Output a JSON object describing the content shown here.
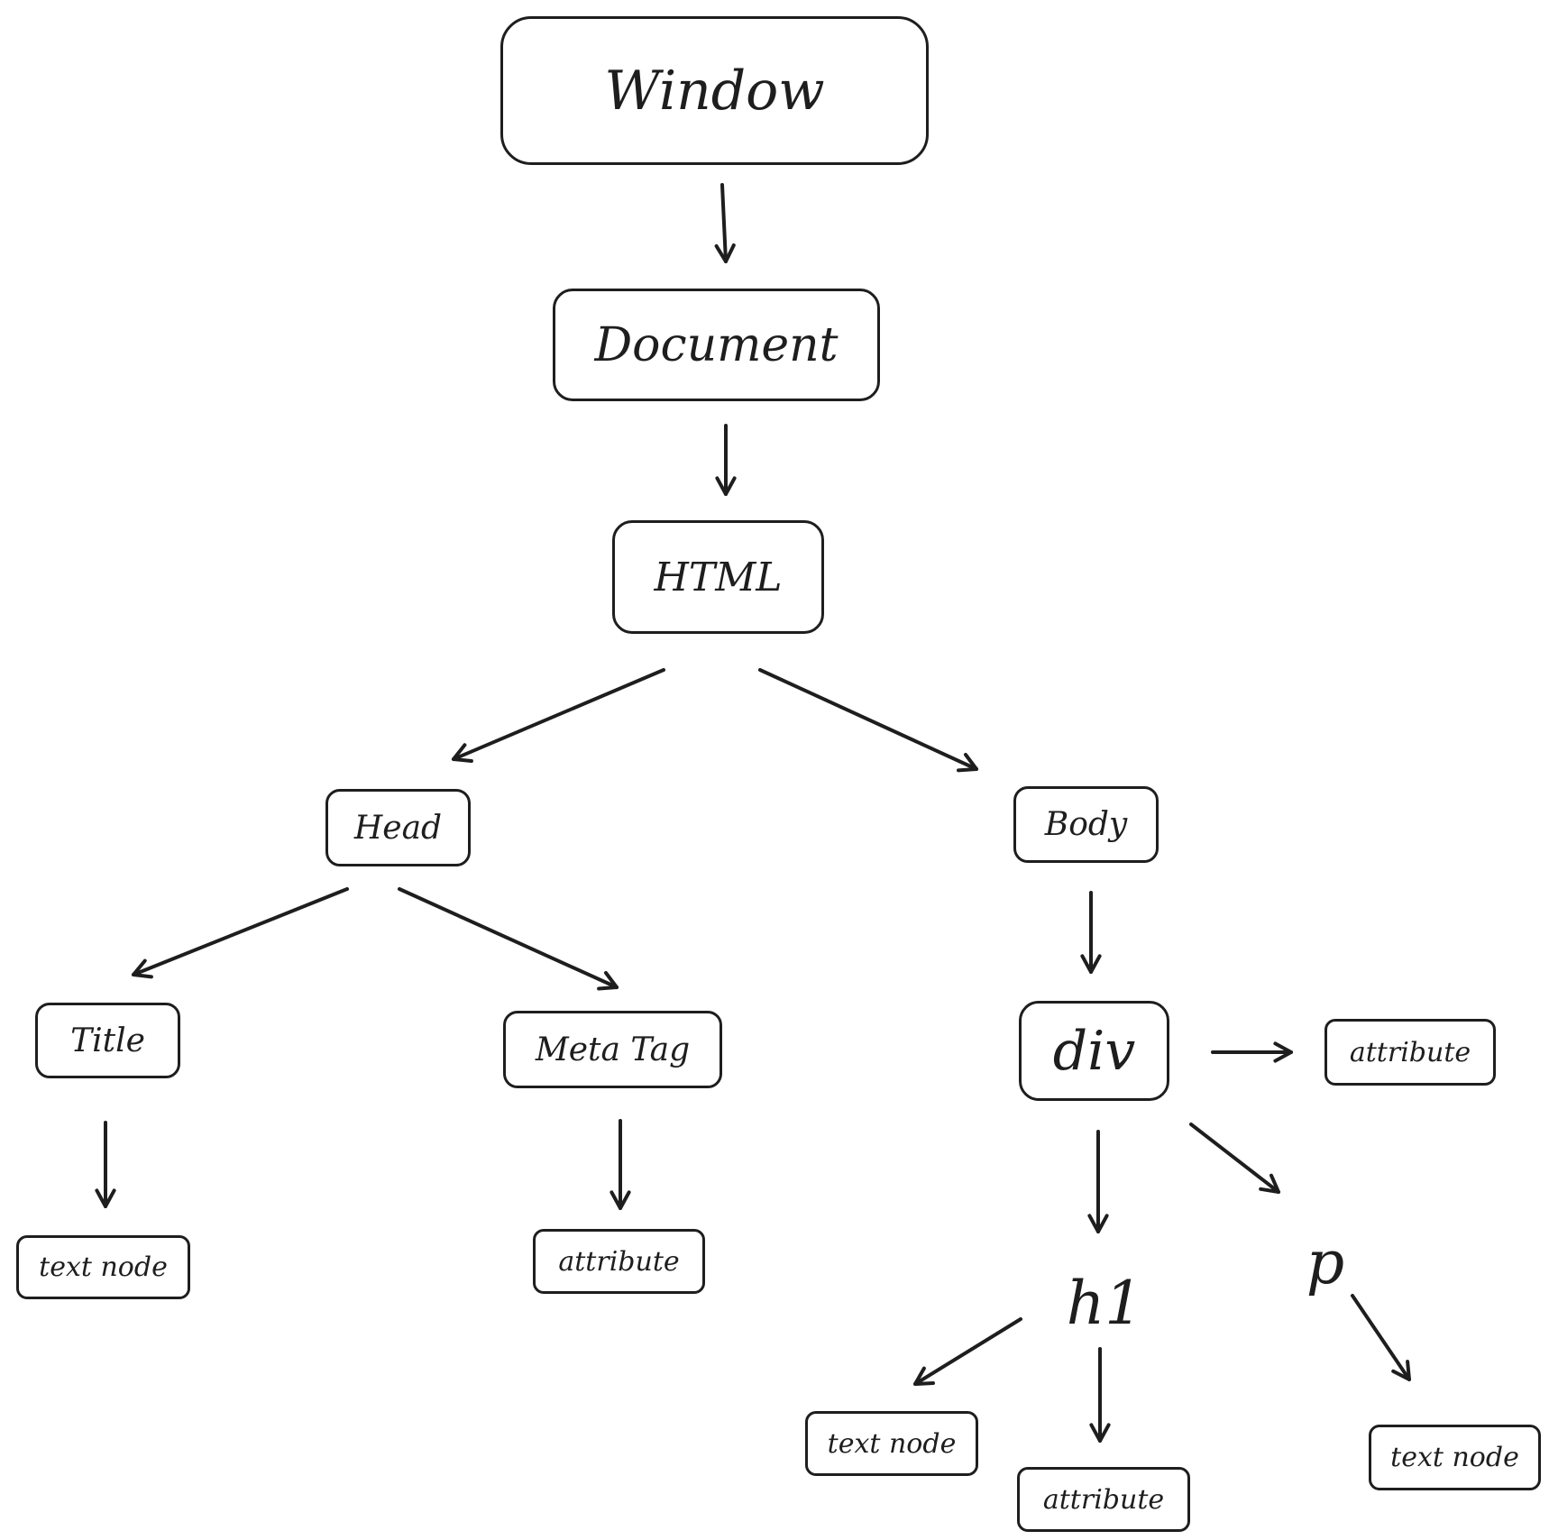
{
  "diagram": {
    "stroke_color": "#1e1e1e",
    "background_color": "#ffffff",
    "nodes": {
      "window": "Window",
      "document": "Document",
      "html": "HTML",
      "head": "Head",
      "body": "Body",
      "title": "Title",
      "meta_tag": "Meta Tag",
      "title_text_node": "text node",
      "meta_attribute": "attribute",
      "div": "div",
      "div_attribute": "attribute",
      "h1": "h1",
      "p": "p",
      "h1_text_node": "text node",
      "h1_attribute": "attribute",
      "p_text_node": "text node"
    },
    "edges": [
      {
        "from": "Window",
        "to": "Document"
      },
      {
        "from": "Document",
        "to": "HTML"
      },
      {
        "from": "HTML",
        "to": "Head"
      },
      {
        "from": "HTML",
        "to": "Body"
      },
      {
        "from": "Head",
        "to": "Title"
      },
      {
        "from": "Head",
        "to": "Meta Tag"
      },
      {
        "from": "Title",
        "to": "text node"
      },
      {
        "from": "Meta Tag",
        "to": "attribute"
      },
      {
        "from": "Body",
        "to": "div"
      },
      {
        "from": "div",
        "to": "attribute"
      },
      {
        "from": "div",
        "to": "h1"
      },
      {
        "from": "div",
        "to": "p"
      },
      {
        "from": "h1",
        "to": "text node"
      },
      {
        "from": "h1",
        "to": "attribute"
      },
      {
        "from": "p",
        "to": "text node"
      }
    ]
  }
}
